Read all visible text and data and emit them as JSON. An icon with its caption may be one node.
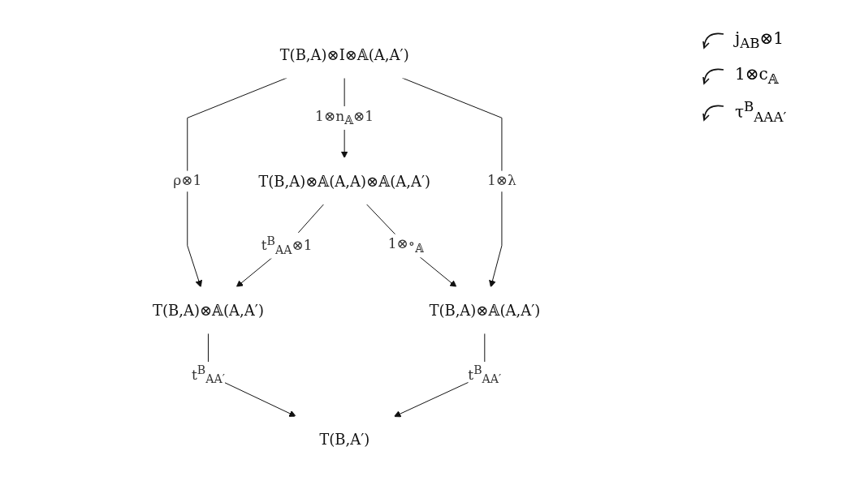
{
  "diagram": {
    "nodes": [
      {
        "text": [
          "T(B,A)⊗I⊗𝔸(A,A′)"
        ]
      },
      {
        "text": [
          "T(B,A)⊗𝔸(A,A)⊗𝔸(A,A′)"
        ]
      },
      {
        "text": [
          "T(B,A)⊗𝔸(A,A′)"
        ]
      },
      {
        "text": [
          "T(B,A)⊗𝔸(A,A′)"
        ]
      },
      {
        "text": [
          "T(B,A′)"
        ]
      }
    ],
    "edges": [
      {
        "from": 0,
        "to": 2,
        "arrow": "to",
        "label": "ρ⊗1"
      },
      {
        "from": 0,
        "to": 1,
        "arrow": "to",
        "label": "1⊗n$_{𝔸}$⊗1"
      },
      {
        "from": 0,
        "to": 3,
        "arrow": "to",
        "label": "1⊗λ"
      },
      {
        "from": 1,
        "to": 2,
        "arrow": "to",
        "label": "t$^{B}$$_{AA}$⊗1"
      },
      {
        "from": 1,
        "to": 3,
        "arrow": "to",
        "label": "1⊗∘$_{𝔸}$"
      },
      {
        "from": 2,
        "to": 4,
        "arrow": "to",
        "label": "t$^{B}$$_{AA′}$"
      },
      {
        "from": 3,
        "to": 4,
        "arrow": "to",
        "label": "t$^{B}$$_{AA′}$"
      }
    ],
    "labels": [
      "j$_{AB}$⊗1",
      "1⊗c$_{𝔸}$",
      "τ$^{B}$$_{AAA′}$"
    ]
  }
}
